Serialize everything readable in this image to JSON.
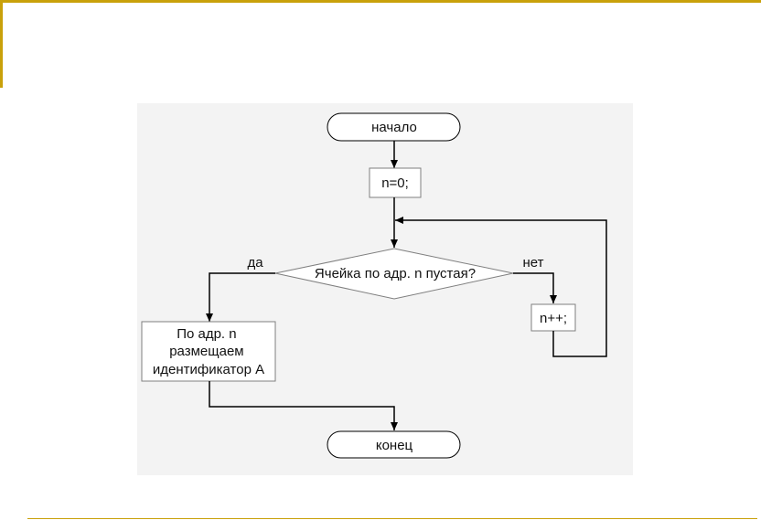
{
  "colors": {
    "accent": "#c9a10a",
    "panel": "#f3f3f3",
    "stroke": "#000000"
  },
  "flowchart": {
    "start_label": "начало",
    "init_label": "n=0;",
    "decision_label": "Ячейка по адр. n пустая?",
    "yes_label": "да",
    "no_label": "нет",
    "increment_label": "n++;",
    "action_lines": [
      "По адр. n",
      "размещаем",
      "идентификатор A"
    ],
    "end_label": "конец"
  }
}
